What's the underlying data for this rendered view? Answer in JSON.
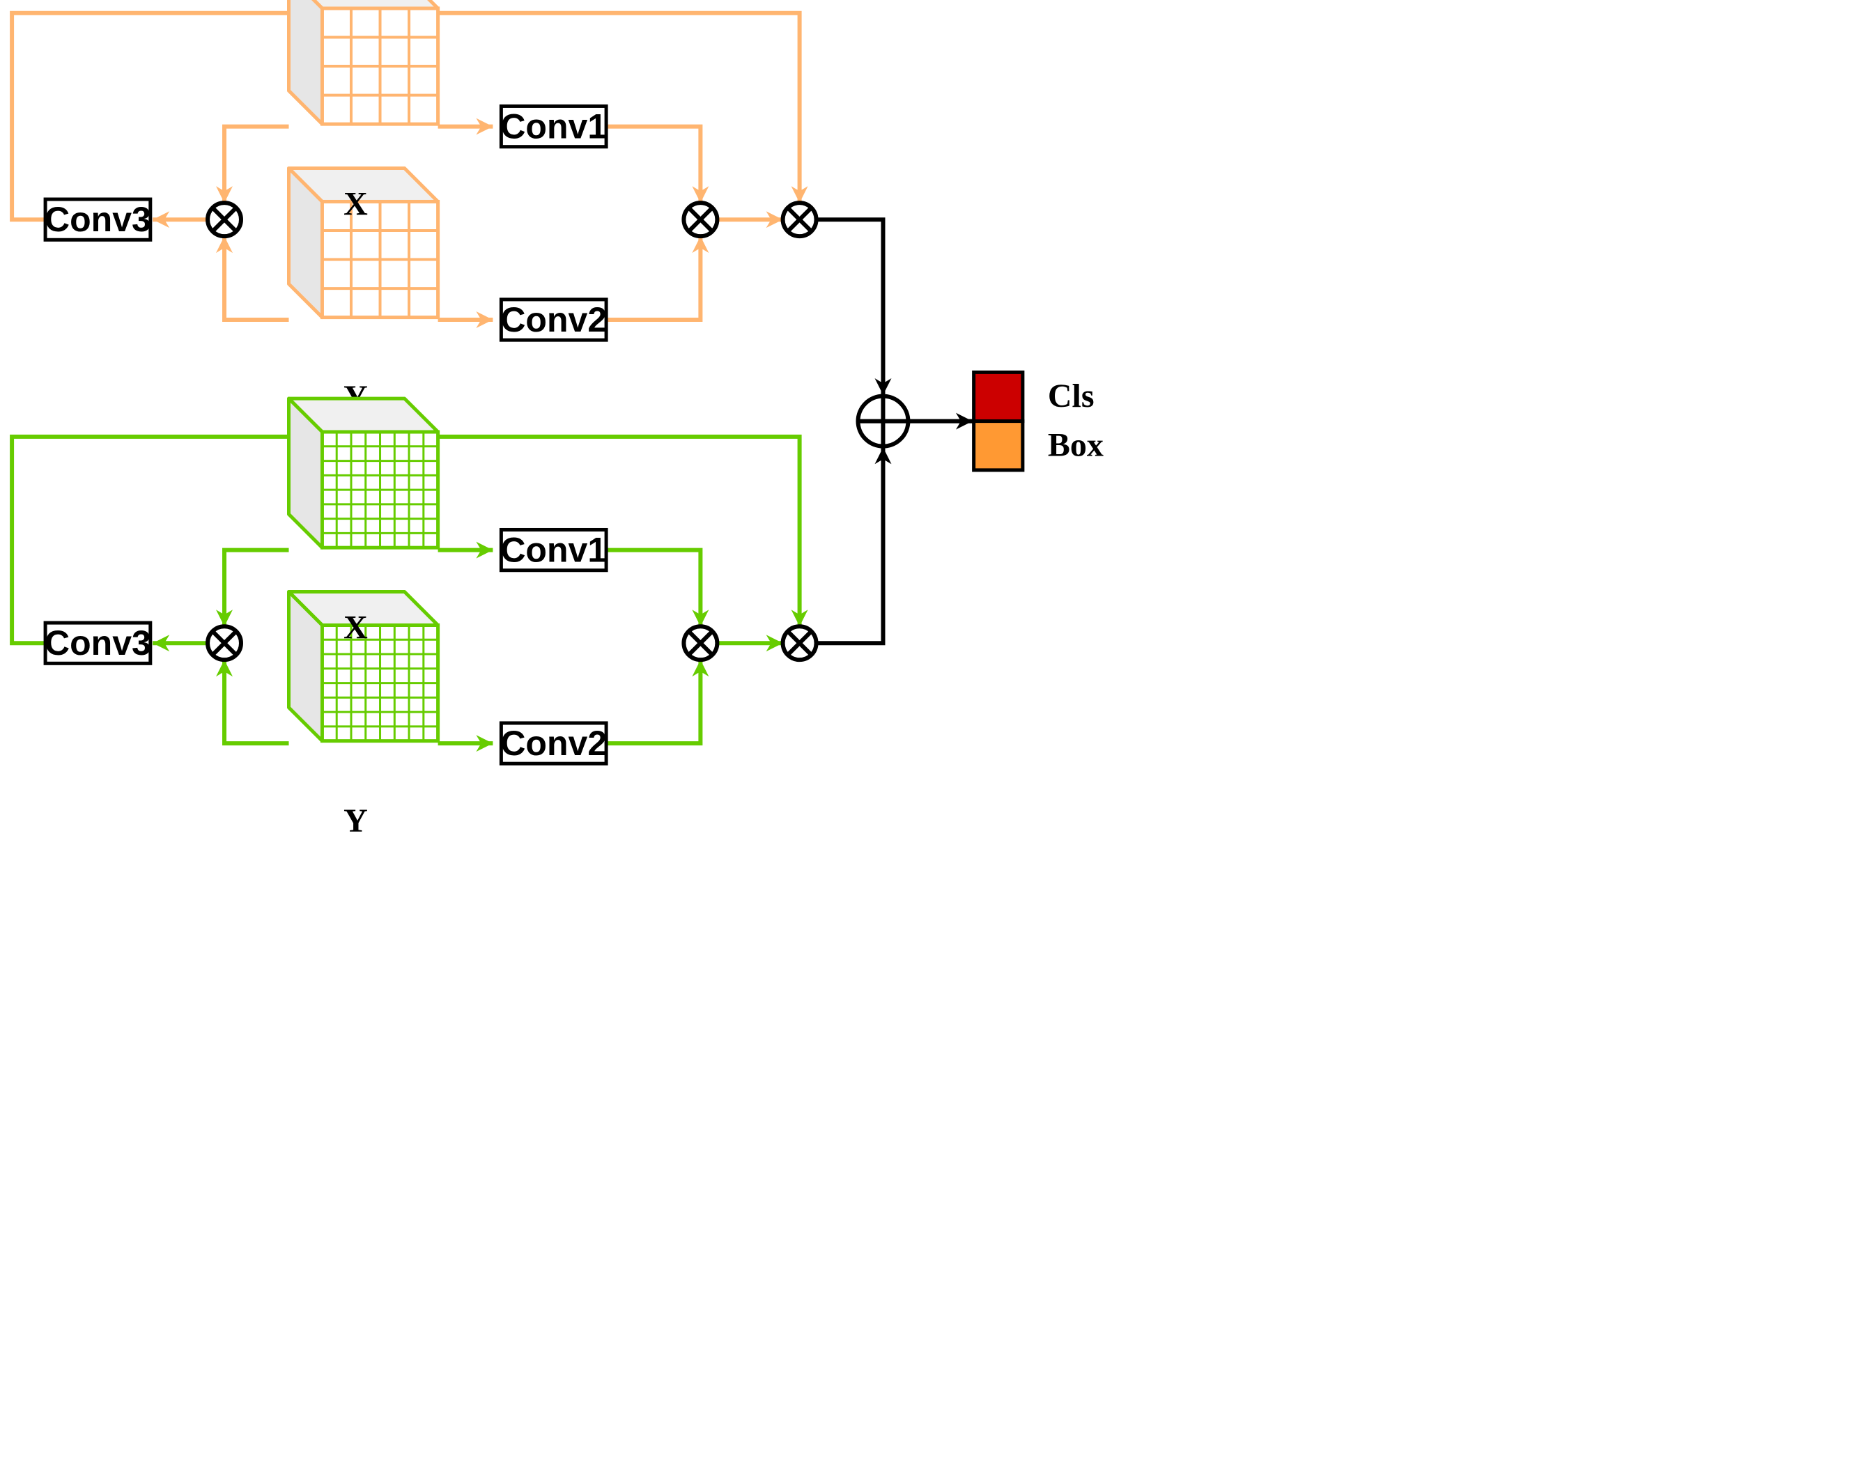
{
  "colors": {
    "upper": "#FFB570",
    "lower": "#66CC00",
    "output": "#000000",
    "cls": "#CC0000",
    "box": "#FF9933",
    "cube_face": "#F0F0F0",
    "cube_side": "#E6E6E6"
  },
  "upper_branch": {
    "conv1": "Conv1",
    "conv2": "Conv2",
    "conv3": "Conv3",
    "cube_x": "X",
    "cube_y": "Y",
    "grid": 4
  },
  "lower_branch": {
    "conv1": "Conv1",
    "conv2": "Conv2",
    "conv3": "Conv3",
    "cube_x": "X",
    "cube_y": "Y",
    "grid": 8
  },
  "output": {
    "cls_label": "Cls",
    "box_label": "Box"
  },
  "icons": {
    "multiply": "circle-times-icon",
    "add": "circle-plus-icon",
    "arrow": "arrowhead-icon"
  }
}
